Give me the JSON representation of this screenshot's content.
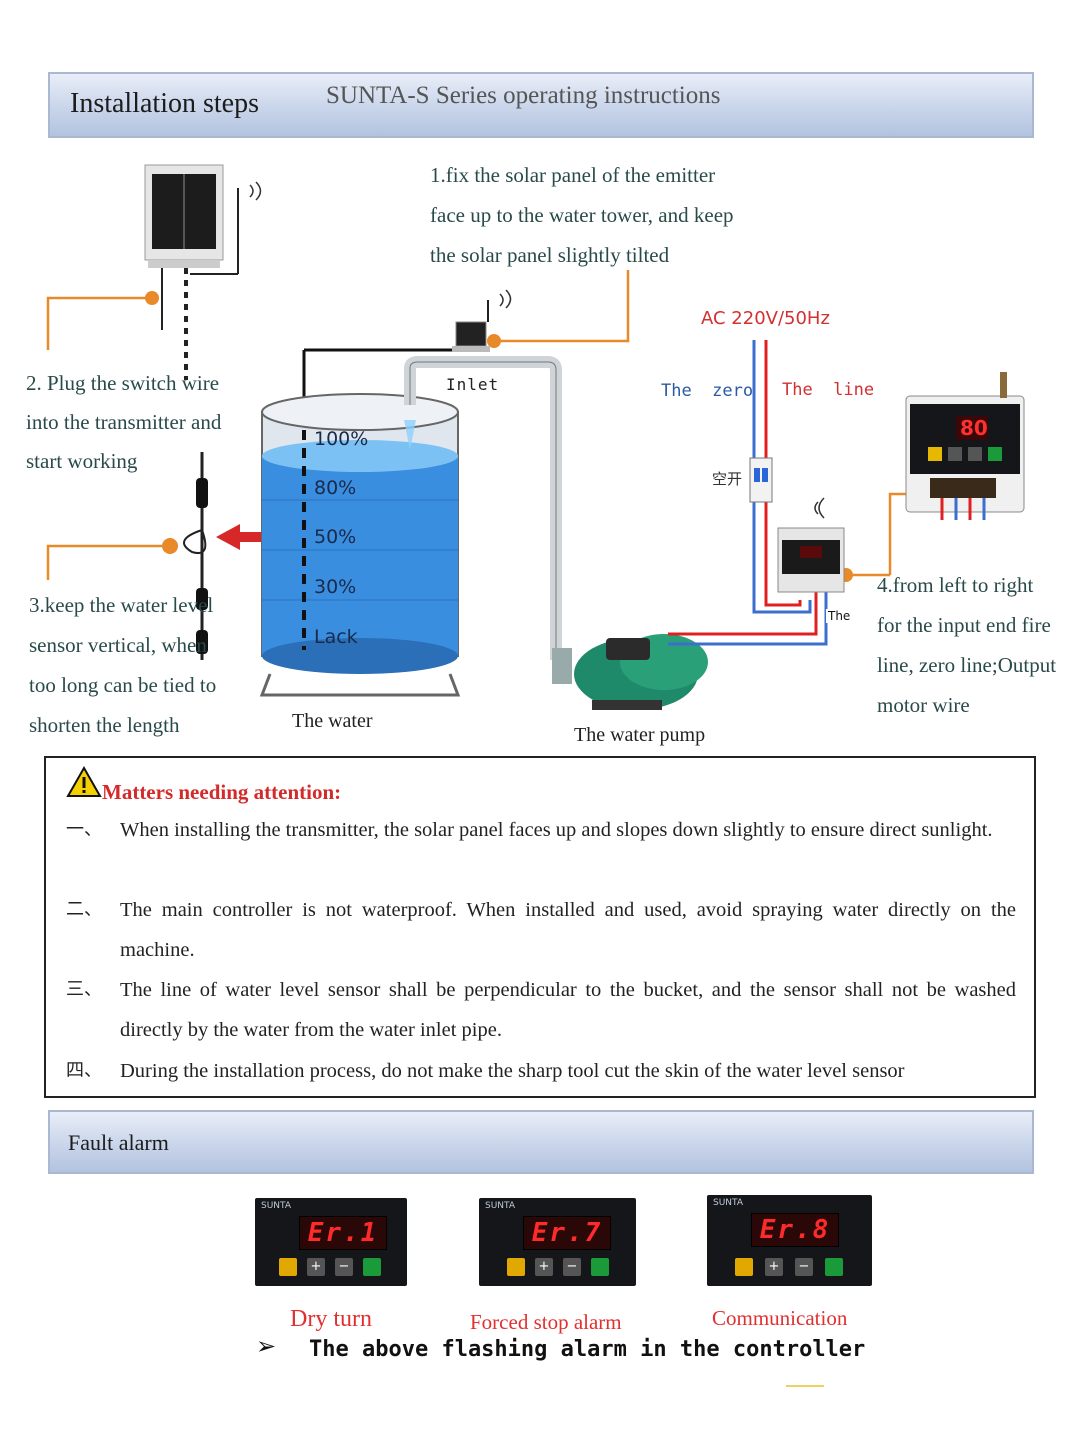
{
  "header": {
    "title": "Installation steps",
    "subtitle": "SUNTA-S Series operating instructions"
  },
  "steps": {
    "step1": [
      "1.fix the solar panel of the emitter",
      "face up to the water tower, and keep",
      "the solar panel slightly tilted"
    ],
    "step2": [
      "2. Plug the switch wire",
      "into the transmitter and",
      "start working"
    ],
    "step3": [
      "3.keep the water level",
      "sensor vertical, when",
      "too long can be tied to",
      "shorten the length"
    ],
    "step4": [
      "4.from left to right",
      "for the input end fire",
      "line, zero line;Output",
      "motor wire"
    ]
  },
  "diagram": {
    "ac_label": "AC 220V/50Hz",
    "zero_label": "The  zero",
    "line_label": "The  line",
    "breaker_label": "空开",
    "inlet_label": "Inlet",
    "level_labels": [
      "100%",
      "80%",
      "50%",
      "30%",
      "Lack"
    ],
    "tower_caption": "The water",
    "pump_caption": "The water pump",
    "controller_small_label": "The",
    "controller_display": "80",
    "colors": {
      "orange_wire": "#e8892a",
      "live_wire": "#e02020",
      "neutral_wire": "#3a6fd0",
      "water": "#3a8ee0"
    }
  },
  "attention": {
    "title": "Matters needing attention:",
    "items": [
      {
        "num": "一、",
        "text": "When installing the transmitter, the solar panel faces up and slopes down slightly to ensure direct sunlight."
      },
      {
        "num": "二、",
        "text": "The main controller is not waterproof. When installed and used, avoid spraying water directly on the machine."
      },
      {
        "num": "三、",
        "text": "The line of water level sensor shall be perpendicular to the bucket, and the sensor shall not be washed directly by the water from the water inlet pipe."
      },
      {
        "num": "四、",
        "text": "During the installation process, do not make the sharp tool cut the skin of the water level sensor"
      }
    ]
  },
  "fault": {
    "title": "Fault alarm",
    "brand": "SUNTA",
    "alarms": [
      {
        "code": "Er.1",
        "caption": "Dry turn"
      },
      {
        "code": "Er.7",
        "caption": "Forced stop alarm"
      },
      {
        "code": "Er.8",
        "caption": "Communication"
      }
    ],
    "footer_arrow": "➢",
    "footer": "The above flashing alarm in the controller"
  }
}
